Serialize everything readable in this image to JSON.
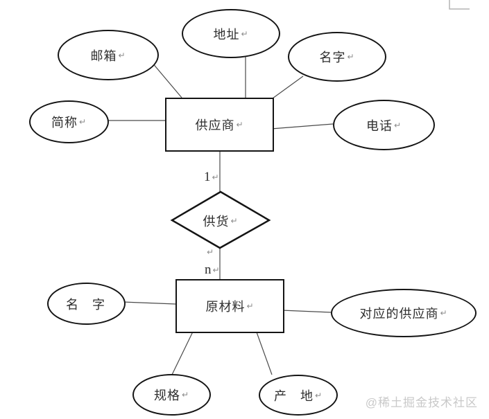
{
  "diagram_type": "er-diagram",
  "nodes": {
    "supplier": {
      "label": "供应商",
      "mark": "↵"
    },
    "material": {
      "label": "原材料",
      "mark": "↵"
    },
    "supply": {
      "label": "供货",
      "mark": "↵"
    },
    "email": {
      "label": "邮箱",
      "mark": "↵"
    },
    "address": {
      "label": "地址",
      "mark": "↵"
    },
    "name": {
      "label": "名字",
      "mark": "↵"
    },
    "abbreviation": {
      "label": "简称",
      "mark": "↵"
    },
    "phone": {
      "label": "电话",
      "mark": "↵"
    },
    "material_name": {
      "label": "名　字",
      "mark": ""
    },
    "specification": {
      "label": "规格",
      "mark": "↵"
    },
    "origin": {
      "label": "产　地",
      "mark": "↵"
    },
    "corresponding_supplier": {
      "label": "对应的供应商",
      "mark": "↵"
    }
  },
  "cardinality": {
    "one": "1",
    "many": "n",
    "mark": "↵",
    "stray_mark": "↵"
  },
  "watermark": "@稀土掘金技术社区",
  "colors": {
    "shape_border": "#141414",
    "connector": "#4a4a4a",
    "text": "#2e2e2e",
    "return_mark": "#8a8a8a",
    "watermark": "#c9c9c9",
    "corner_mark": "#b3b3b3"
  }
}
